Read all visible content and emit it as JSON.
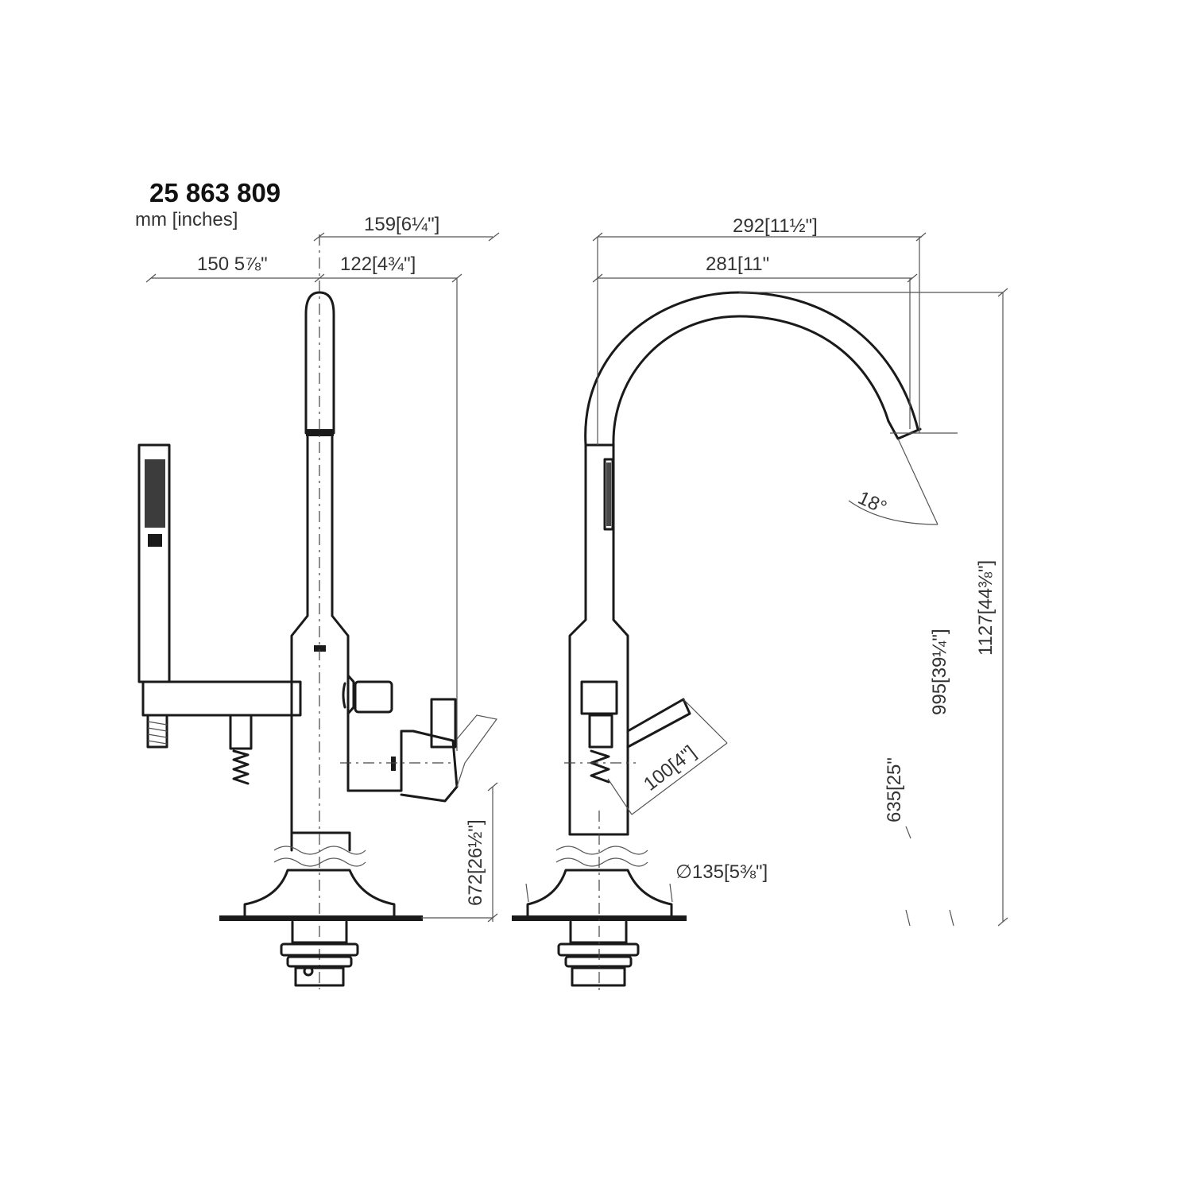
{
  "header": {
    "article_number": "25 863 809",
    "units": "mm [inches]"
  },
  "dimensions": {
    "front_total_width": "159[6¼\"]",
    "front_left_width": "150 5⅞\"",
    "front_right_width": "122[4¾\"]",
    "front_hose_height": "672[26½\"]",
    "side_total_reach": "292[11½\"]",
    "side_reach": "281[11\"",
    "spout_angle": "18°",
    "side_total_height": "1127[44⅜\"]",
    "side_spout_height": "995[39¼\"]",
    "side_cut_height": "635[25\"",
    "side_lever_length": "100[4\"]",
    "base_diameter": "∅135[5⅜\"]"
  }
}
